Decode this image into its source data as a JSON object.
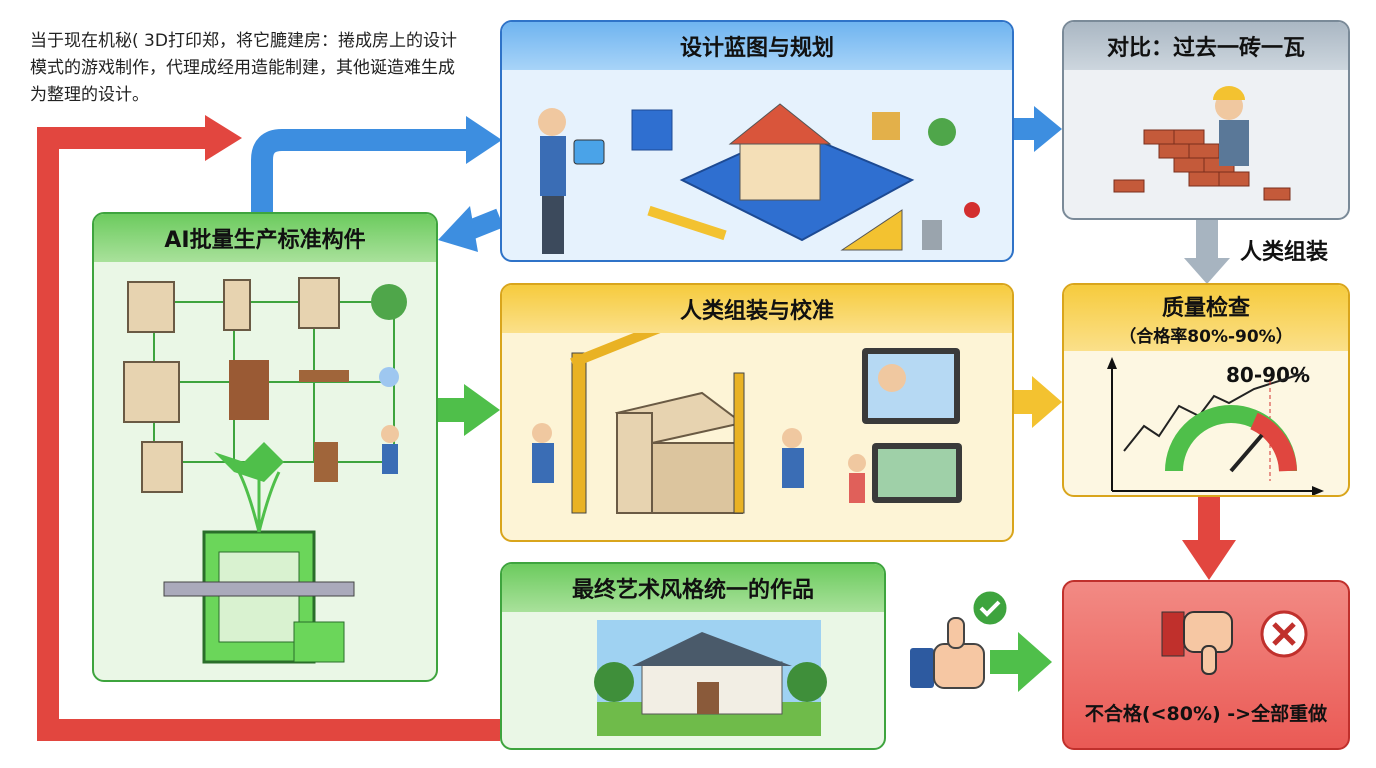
{
  "intro_text": "当于现在机秘( 3D打印郑，将它膔建房：捲成房上的设计模式的游戏制作，代理成经用造能制建，其他诞造难生成为整理的设计。",
  "blueprint": {
    "title": "设计蓝图与规划"
  },
  "past": {
    "title": "对比：过去一砖一瓦"
  },
  "arrow_label": "人类组装",
  "ai_production": {
    "title": "AI批量生产标准构件"
  },
  "assembly": {
    "title": "人类组装与校准"
  },
  "quality": {
    "title": "质量检查",
    "subtitle": "（合格率80%-90%）",
    "chart_label": "80-90%"
  },
  "final": {
    "title": "最终艺术风格统一的作品"
  },
  "reject": {
    "label": "不合格(<80%) ->全部重做"
  },
  "colors": {
    "blue": "#2f73c8",
    "green": "#3ea43e",
    "yellow": "#d9a51c",
    "red": "#e2463f",
    "gray": "#7a8a98"
  }
}
